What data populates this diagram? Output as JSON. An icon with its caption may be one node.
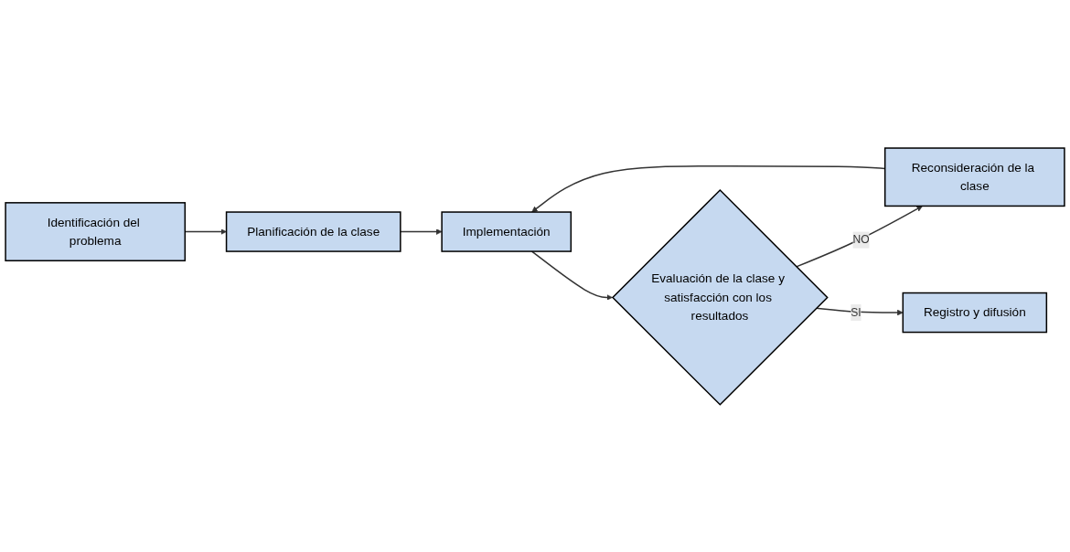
{
  "diagram": {
    "nodes": [
      {
        "text": [
          "Identificación del problema"
        ]
      },
      {
        "text": [
          "Planificación de la clase"
        ]
      },
      {
        "text": [
          "Implementación"
        ]
      },
      {
        "text": [
          "Reconsideración de la clase"
        ]
      },
      {
        "text": [
          "Evaluación de la clase y satisfacción con los resultados"
        ]
      },
      {
        "text": [
          "Registro y difusión"
        ]
      }
    ],
    "edges": [
      {
        "from": 0,
        "to": 1,
        "arrow": "to"
      },
      {
        "from": 1,
        "to": 2,
        "arrow": "to"
      },
      {
        "from": 2,
        "to": 4,
        "arrow": "to"
      },
      {
        "from": 4,
        "to": 3,
        "arrow": "to",
        "label": "NO"
      },
      {
        "from": 3,
        "to": 2,
        "arrow": "to"
      },
      {
        "from": 4,
        "to": 5,
        "arrow": "to",
        "label": "SI"
      }
    ]
  }
}
